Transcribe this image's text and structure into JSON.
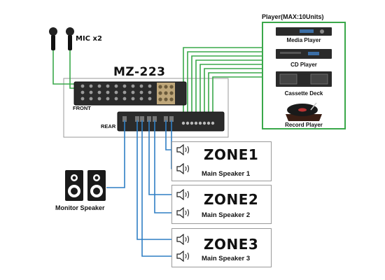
{
  "diagram": {
    "mixer_model": "MZ-223",
    "front_label": "FRONT",
    "rear_label": "REAR",
    "mic_label": "MIC x2",
    "player_header": "Player(MAX:10Units)",
    "players": [
      {
        "label": "Media Player",
        "icon": "media-player-icon"
      },
      {
        "label": "CD Player",
        "icon": "cd-player-icon"
      },
      {
        "label": "Cassette Deck",
        "icon": "cassette-deck-icon"
      },
      {
        "label": "Record Player",
        "icon": "record-player-icon"
      }
    ],
    "monitor_label": "Monitor Speaker",
    "zones": [
      {
        "title": "ZONE1",
        "subtitle_1": "",
        "subtitle_2": "Main Speaker 1"
      },
      {
        "title": "ZONE2",
        "subtitle_1": "",
        "subtitle_2": "Main Speaker 2"
      },
      {
        "title": "ZONE3",
        "subtitle_1": "",
        "subtitle_2": "Main Speaker 3"
      }
    ],
    "colors": {
      "input_cable": "#3aa84a",
      "output_cable": "#2f7fc4",
      "box_border": "#9a9a9a"
    }
  }
}
